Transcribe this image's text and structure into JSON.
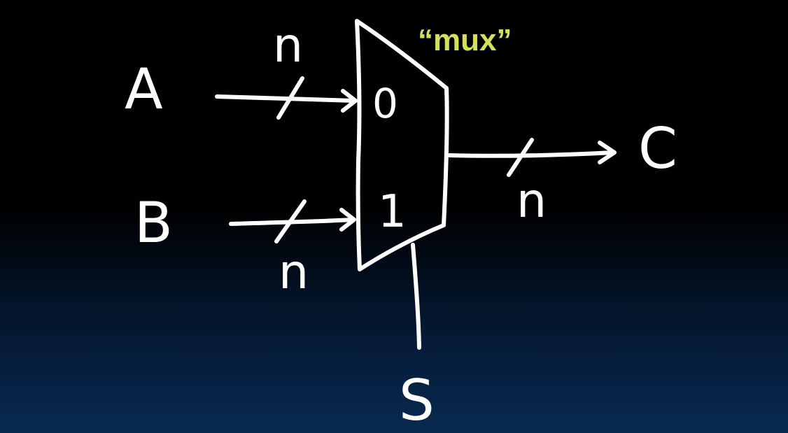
{
  "title": "“mux”",
  "inputs": {
    "a": {
      "label": "A",
      "width": "n"
    },
    "b": {
      "label": "B",
      "width": "n"
    }
  },
  "mux": {
    "input0": "0",
    "input1": "1"
  },
  "output": {
    "label": "C",
    "width": "n"
  },
  "select": {
    "label": "S"
  },
  "colors": {
    "title": "#d4e157",
    "ink": "#ffffff",
    "background_top": "#000000",
    "background_bottom": "#082a52"
  }
}
